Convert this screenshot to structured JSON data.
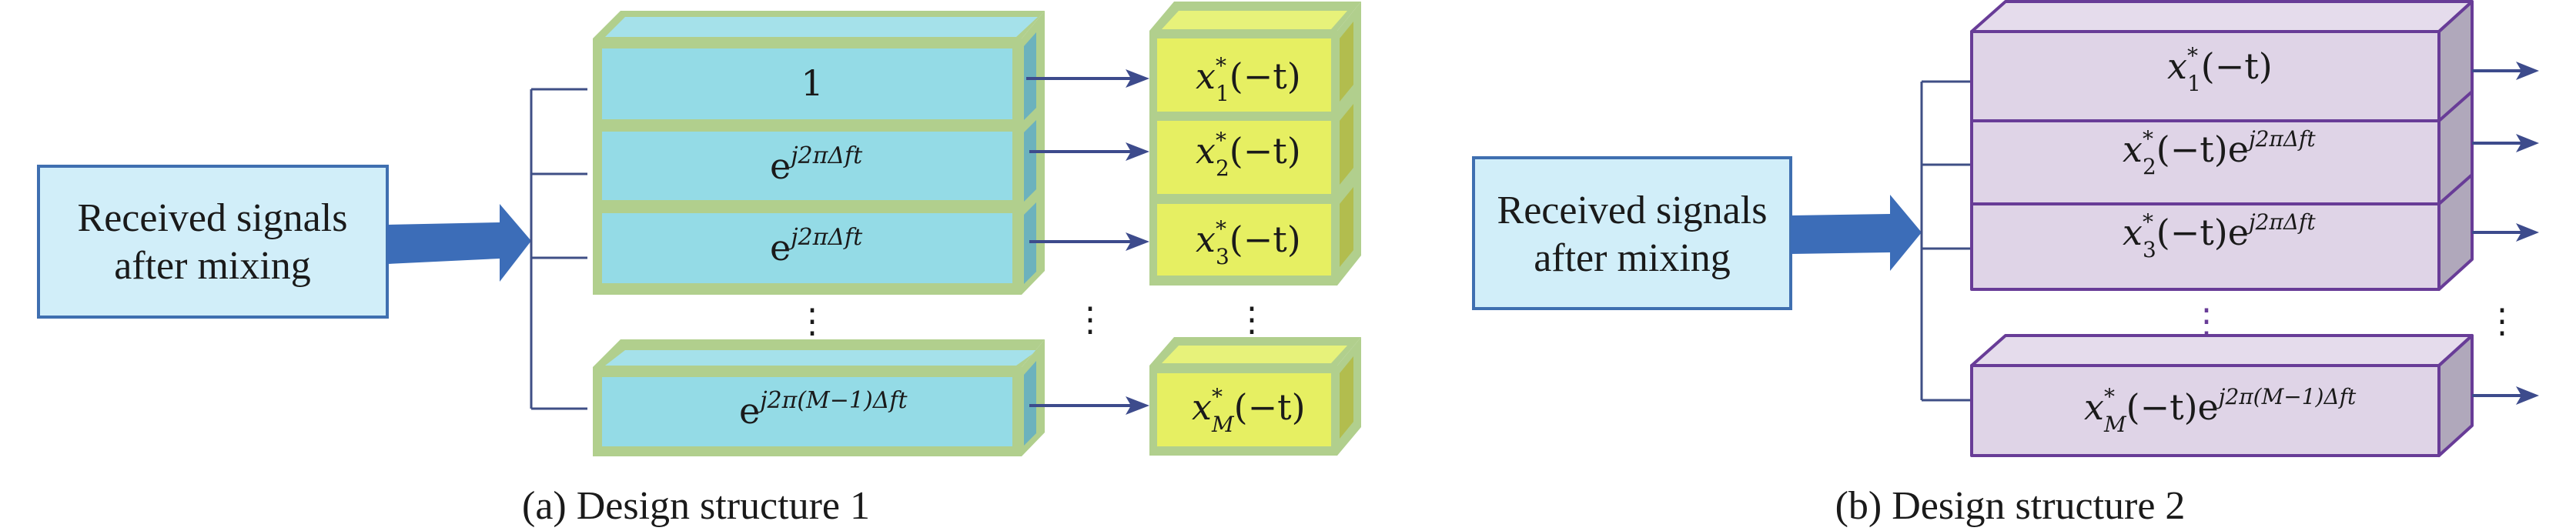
{
  "colors": {
    "input_box_fill": "#d1eef9",
    "input_box_stroke": "#3f6fb0",
    "big_arrow": "#3c6db8",
    "bracket": "#3f4f86",
    "connector_arrow": "#3d4b8c",
    "cyan_front": "#94dbe6",
    "cyan_top": "#a5e1ea",
    "cyan_side": "#6cb2bd",
    "yellow_front": "#e6ef62",
    "yellow_top": "#e7f27a",
    "yellow_side": "#b2bd4e",
    "green_frame": "#b1cf8d",
    "purple_front": "#dfd4e7",
    "purple_top": "#e5dcec",
    "purple_side": "#b0a8bb",
    "purple_stroke": "#683c97",
    "text": "#1a1a1a"
  },
  "panel_a": {
    "caption": "(a) Design structure 1",
    "input_box": {
      "line1": "Received signals",
      "line2": "after mixing"
    },
    "phase_rows": [
      {
        "base": "1",
        "exp": ""
      },
      {
        "base": "e",
        "exp": "j2πΔft"
      },
      {
        "base": "e",
        "exp": "j2πΔft"
      },
      {
        "base": "e",
        "exp": "j2π(M−1)Δft"
      }
    ],
    "signal_rows": [
      {
        "var": "x",
        "sup": "*",
        "sub": "1",
        "arg": "(−t)"
      },
      {
        "var": "x",
        "sup": "*",
        "sub": "2",
        "arg": "(−t)"
      },
      {
        "var": "x",
        "sup": "*",
        "sub": "3",
        "arg": "(−t)"
      },
      {
        "var": "x",
        "sup": "*",
        "sub": "M",
        "arg": "(−t)"
      }
    ],
    "ellipsis": "⋮"
  },
  "panel_b": {
    "caption": "(b) Design structure 2",
    "input_box": {
      "line1": "Received signals",
      "line2": "after mixing"
    },
    "rows": [
      {
        "var": "x",
        "sup": "*",
        "sub": "1",
        "arg": "(−t)",
        "exp_base": "",
        "exp": ""
      },
      {
        "var": "x",
        "sup": "*",
        "sub": "2",
        "arg": "(−t)",
        "exp_base": "e",
        "exp": "j2πΔft"
      },
      {
        "var": "x",
        "sup": "*",
        "sub": "3",
        "arg": "(−t)",
        "exp_base": "e",
        "exp": "j2πΔft"
      },
      {
        "var": "x",
        "sup": "*",
        "sub": "M",
        "arg": "(−t)",
        "exp_base": "e",
        "exp": "j2π(M−1)Δft"
      }
    ],
    "ellipsis": "⋮"
  }
}
